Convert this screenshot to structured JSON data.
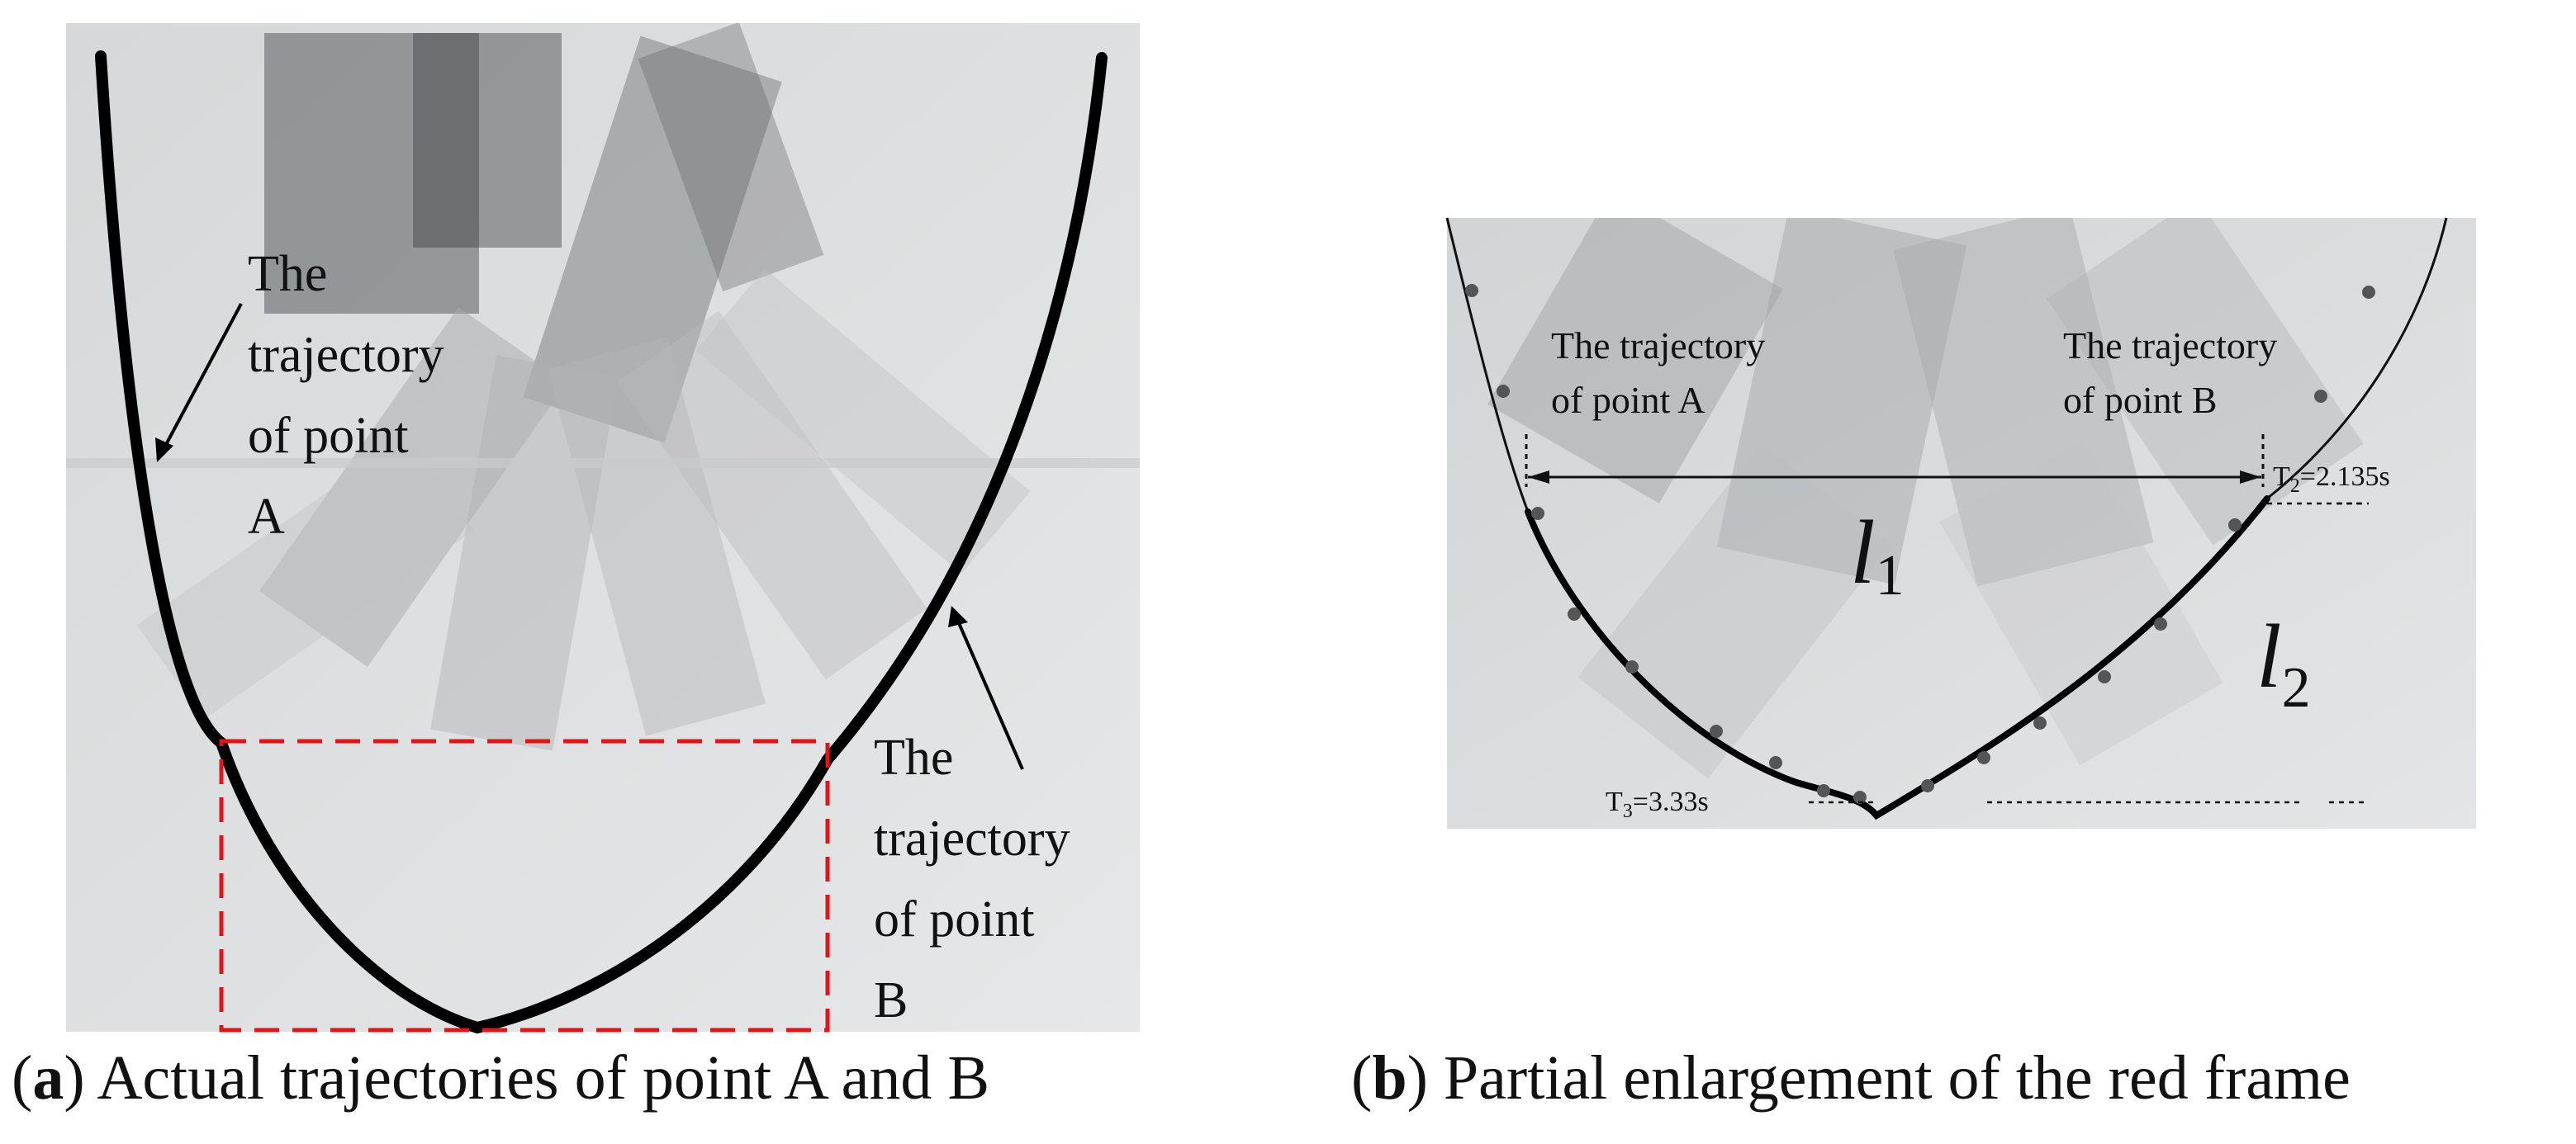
{
  "panel_a": {
    "label_a_lines": [
      "The",
      "trajectory",
      "of point",
      "A"
    ],
    "label_b_lines": [
      "The",
      "trajectory",
      "of point",
      "B"
    ],
    "caption_letter": "a",
    "caption_text": "Actual trajectories of point A and B"
  },
  "panel_b": {
    "label_a_lines": [
      "The trajectory",
      "of point A"
    ],
    "label_b_lines": [
      "The trajectory",
      "of point B"
    ],
    "l1_base": "l",
    "l1_sub": "1",
    "l2_base": "l",
    "l2_sub": "2",
    "t2_base": "T",
    "t2_sub": "2",
    "t2_value": "=2.135s",
    "t3_base": "T",
    "t3_sub": "3",
    "t3_value": "=3.33s",
    "caption_letter": "b",
    "caption_text": "Partial enlargement of the red frame"
  },
  "colors": {
    "trajectory": "#000000",
    "red_frame": "#e0141b",
    "photo_background": "#dcdedf",
    "points": "#555555"
  }
}
